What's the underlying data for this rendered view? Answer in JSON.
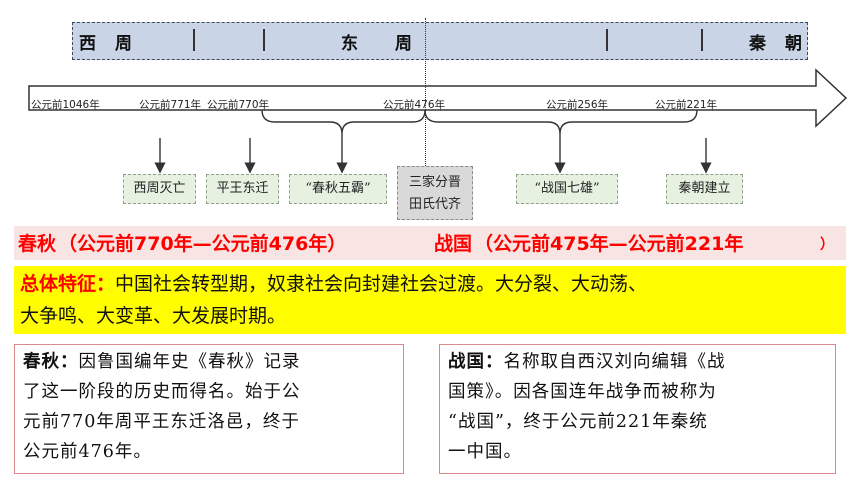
{
  "dynasty_band": {
    "western_zhou": "西　周",
    "eastern_zhou": "东　　周",
    "qin": "秦　朝"
  },
  "timeline": {
    "labels": [
      "公元前1046年",
      "公元前771年",
      "公元前770年",
      "公元前476年",
      "公元前256年",
      "公元前221年"
    ]
  },
  "events": {
    "xizhou_mie": "西周灭亡",
    "pingwang": "平王东迁",
    "chunqiu_wuba": "“春秋五霸”",
    "sanjia_line1": "三家分晋",
    "sanjia_line2": "田氏代齐",
    "zhanguo_qixiong": "“战国七雄”",
    "qin_jianli": "秦朝建立"
  },
  "periods": {
    "chunqiu_name": "春秋",
    "chunqiu_range": "（公元前770年—公元前476年）",
    "zhanguo_name": "战国",
    "zhanguo_range": "（公元前475年—公元前221年",
    "zhanguo_close": "）"
  },
  "feature": {
    "label": "总体特征：",
    "line1": "中国社会转型期，奴隶社会向封建社会过渡。大分裂、大动荡、",
    "line2": "大争鸣、大变革、大发展时期。"
  },
  "chunqiu_box": {
    "title": "春秋：",
    "line1_rest": "因鲁国编年史《春秋》记录",
    "line2": "了这一阶段的历史而得名。始于公",
    "line3": "元前770年周平王东迁洛邑，终于",
    "line4": "公元前476年。"
  },
  "zhanguo_box": {
    "title": "战国：",
    "line1_rest": "名称取自西汉刘向编辑《战",
    "line2": "国策》。因各国连年战争而被称为",
    "line3": "“战国”，终于公元前221年秦统",
    "line4": "一中国。"
  },
  "colors": {
    "band": "#c9d4e6",
    "event_box": "#e7f1e2",
    "highlight_red": "#ff0000",
    "feature_bg": "#fffd00",
    "period_bg": "#f8e4e2"
  }
}
